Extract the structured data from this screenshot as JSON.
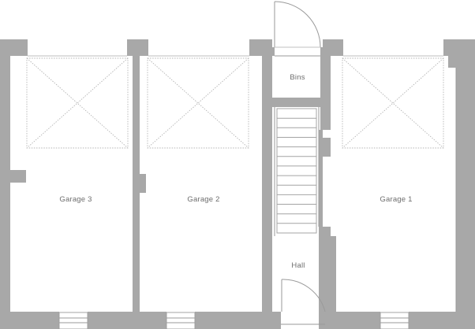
{
  "rooms": {
    "garage_3": "Garage 3",
    "garage_2": "Garage 2",
    "garage_1": "Garage 1",
    "bins": "Bins",
    "hall": "Hall"
  },
  "colors": {
    "wall": "#a8a8a8",
    "line": "#9a9a9a",
    "dotted": "#b4b4b4",
    "label": "#6d6d6d",
    "background": "#ffffff"
  }
}
